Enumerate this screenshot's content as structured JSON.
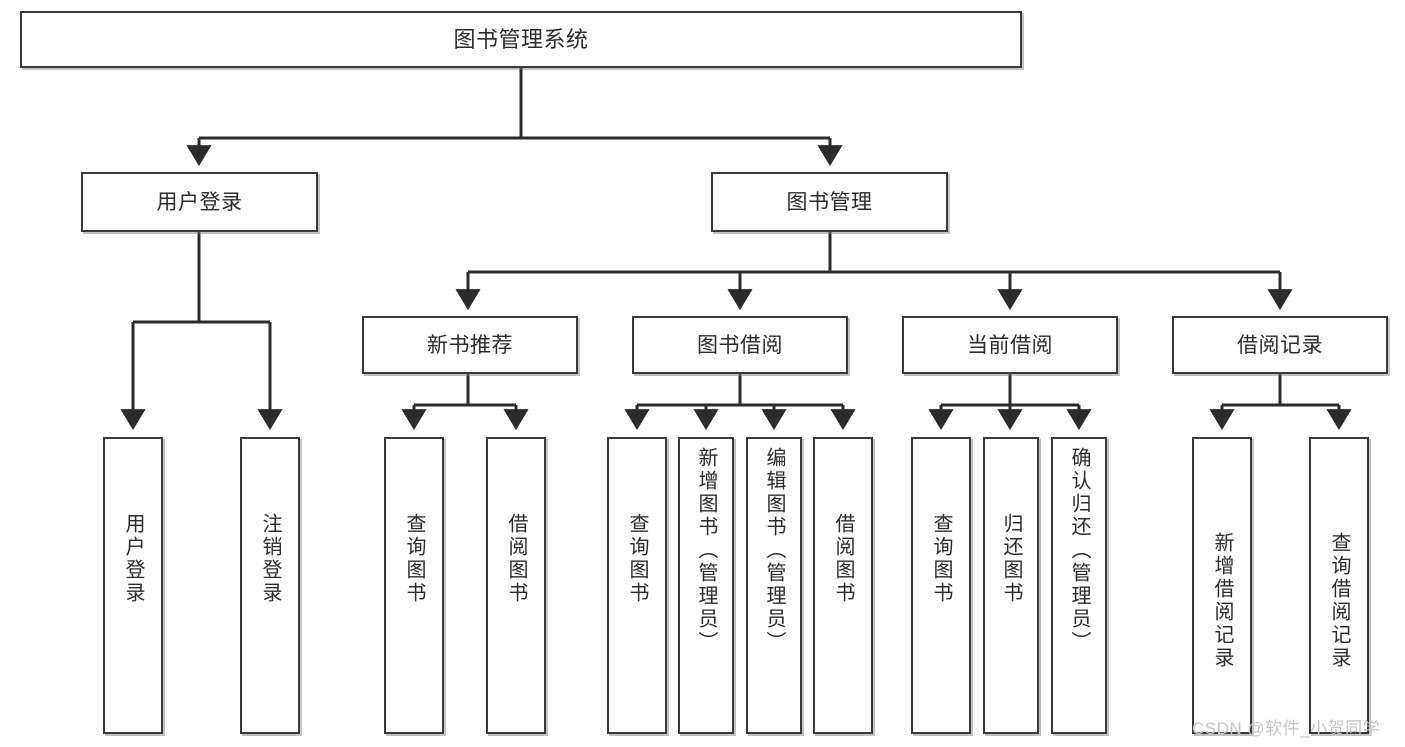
{
  "diagram": {
    "title": "图书管理系统",
    "type": "tree",
    "watermark": "CSDN @软件_小贺同学",
    "colors": {
      "border": "#3a3a3a",
      "text": "#2b2b2b",
      "background": "#ffffff",
      "connector": "#2b2b2b",
      "watermark": "#c6c6c6"
    },
    "nodes": {
      "root": {
        "label": "图书管理系统"
      },
      "level2": [
        {
          "label": "用户登录"
        },
        {
          "label": "图书管理"
        }
      ],
      "level3": [
        {
          "label": "新书推荐"
        },
        {
          "label": "图书借阅"
        },
        {
          "label": "当前借阅"
        },
        {
          "label": "借阅记录"
        }
      ],
      "leaves": {
        "user_login": [
          {
            "label": "用户登录"
          },
          {
            "label": "注销登录"
          }
        ],
        "new_book_recommend": [
          {
            "label": "查询图书"
          },
          {
            "label": "借阅图书"
          }
        ],
        "book_borrow": [
          {
            "label": "查询图书"
          },
          {
            "label": "新增图书（管理员）"
          },
          {
            "label": "编辑图书（管理员）"
          },
          {
            "label": "借阅图书"
          }
        ],
        "current_borrow": [
          {
            "label": "查询图书"
          },
          {
            "label": "归还图书"
          },
          {
            "label": "确认归还（管理员）"
          }
        ],
        "borrow_record": [
          {
            "label": "新增借阅记录"
          },
          {
            "label": "查询借阅记录"
          }
        ]
      }
    }
  }
}
